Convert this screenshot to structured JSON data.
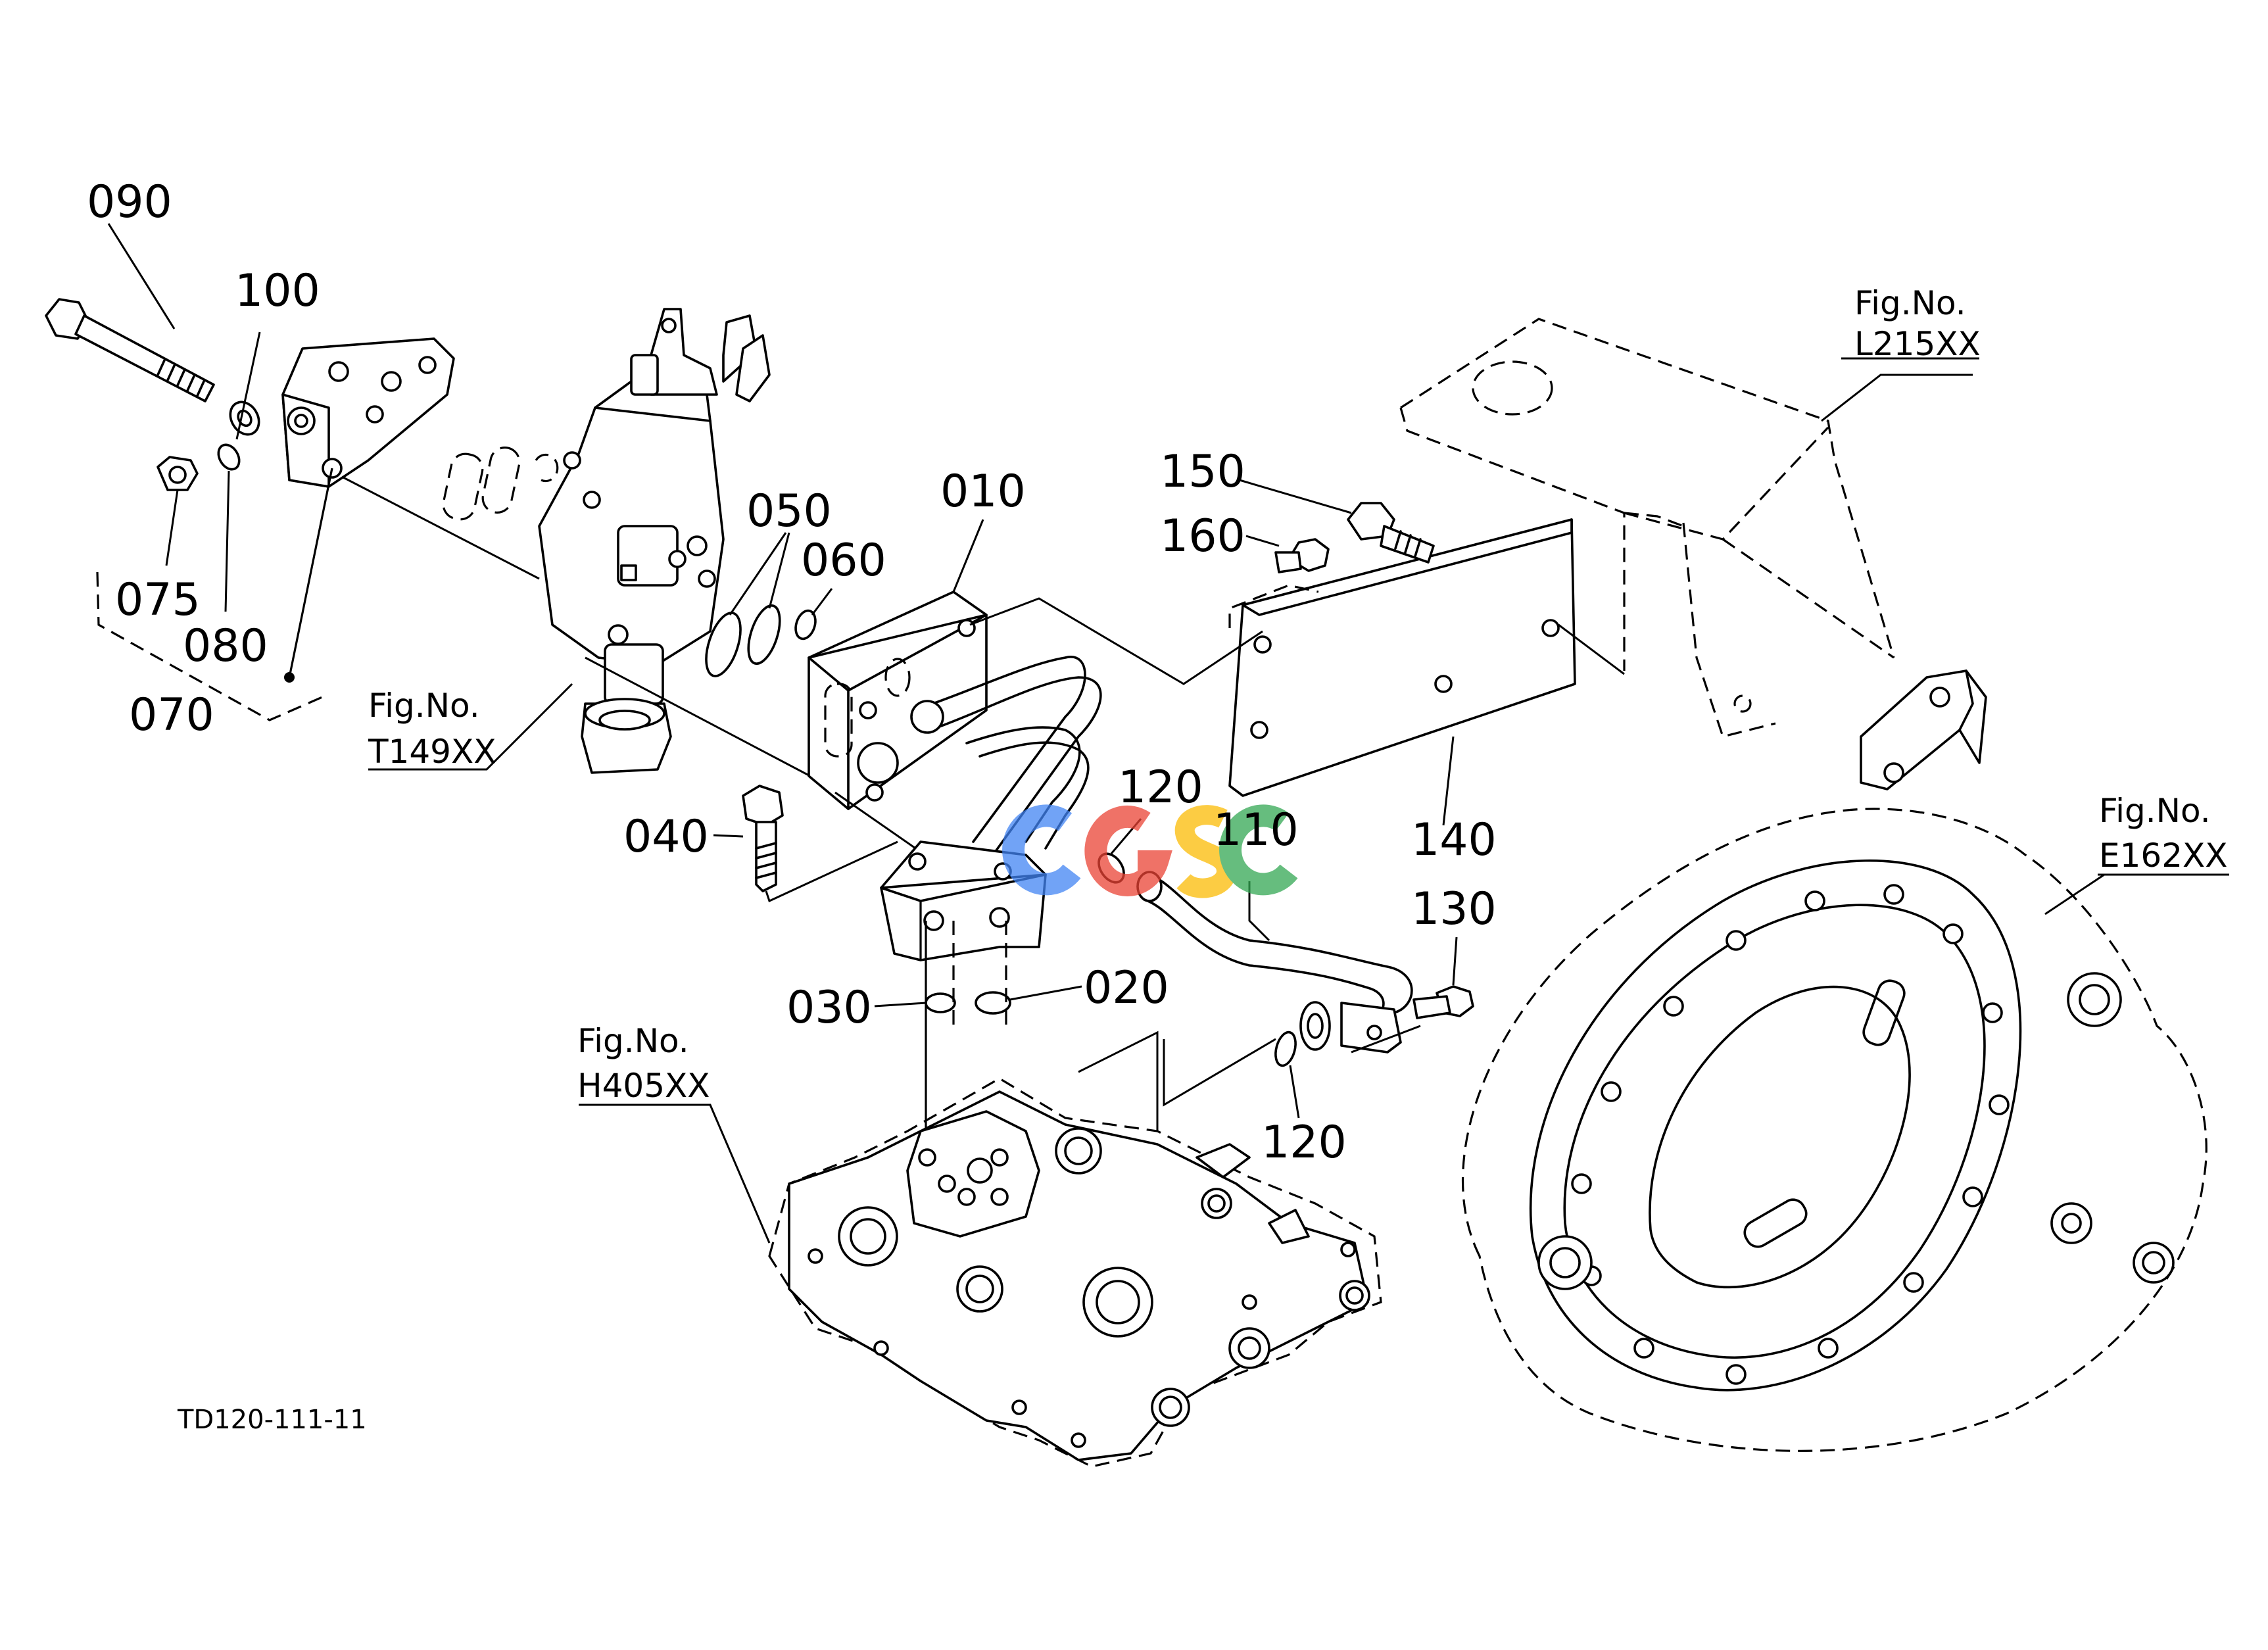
{
  "diagram": {
    "part_labels": [
      "090",
      "100",
      "075",
      "080",
      "070",
      "050",
      "060",
      "010",
      "150",
      "160",
      "040",
      "120",
      "110",
      "140",
      "130",
      "030",
      "020",
      "120"
    ],
    "figure_refs": [
      {
        "title": "Fig.No.",
        "code": "L215XX"
      },
      {
        "title": "Fig.No.",
        "code": "T149XX"
      },
      {
        "title": "Fig.No.",
        "code": "E162XX"
      },
      {
        "title": "Fig.No.",
        "code": "H405XX"
      }
    ],
    "drawing_code": "TD120-111-11",
    "watermark": "CGSC",
    "watermark_colors": [
      "#4285F4",
      "#EA4335",
      "#FBBC05",
      "#34A853"
    ]
  }
}
